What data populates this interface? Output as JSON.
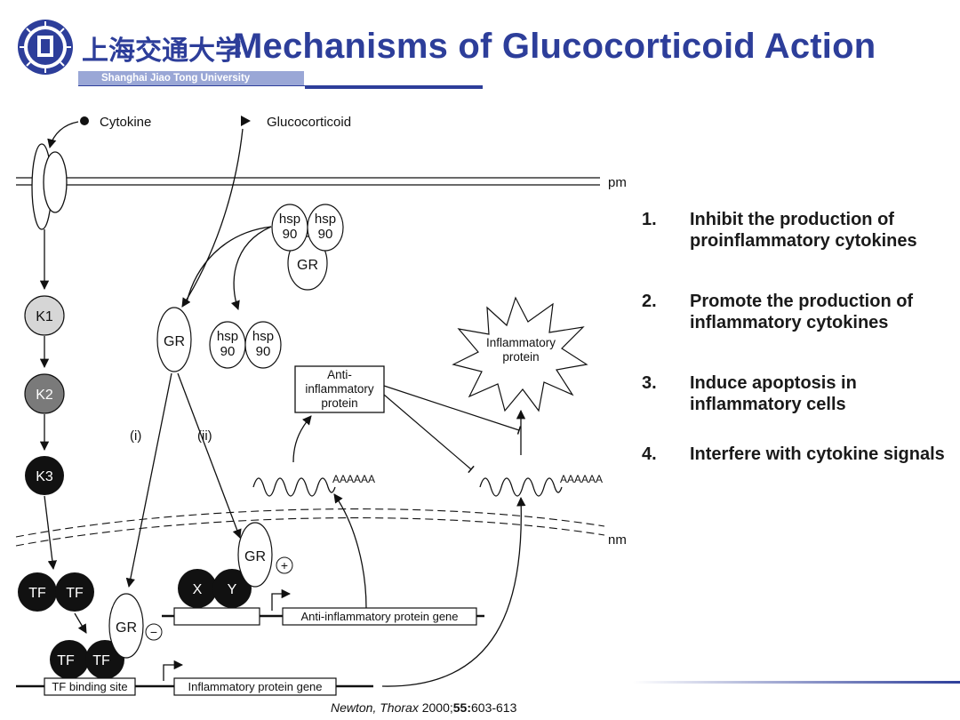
{
  "header": {
    "title": "Mechanisms of Glucocorticoid Action",
    "university_cn": "上海交通大学",
    "university_en": "Shanghai Jiao Tong University"
  },
  "diagram": {
    "cytokine": "Cytokine",
    "glucocorticoid": "Glucocorticoid",
    "pm": "pm",
    "nm": "nm",
    "hsp": "hsp",
    "hsp_num": "90",
    "gr": "GR",
    "k1": "K1",
    "k2": "K2",
    "k3": "K3",
    "tf": "TF",
    "x": "X",
    "y": "Y",
    "path_i": "(i)",
    "path_ii": "(ii)",
    "anti_protein_l1": "Anti-",
    "anti_protein_l2": "inflammatory",
    "anti_protein_l3": "protein",
    "inflam_protein_l1": "Inflammatory",
    "inflam_protein_l2": "protein",
    "polya": "AAAAAA",
    "plus": "+",
    "minus": "−",
    "anti_gene": "Anti-inflammatory protein gene",
    "inflam_gene": "Inflammatory protein gene",
    "tf_site": "TF binding site"
  },
  "points": [
    {
      "num": "1.",
      "text": "Inhibit the production of proinflammatory cytokines"
    },
    {
      "num": "2.",
      "text": "Promote the production of inflammatory cytokines"
    },
    {
      "num": "3.",
      "text": "Induce apoptosis in inflammatory cells"
    },
    {
      "num": "4.",
      "text": "Interfere with cytokine signals"
    }
  ],
  "citation": {
    "author": "Newton,",
    "journal": "Thorax",
    "year": "2000;",
    "volume": "55:",
    "pages": "603-613"
  }
}
